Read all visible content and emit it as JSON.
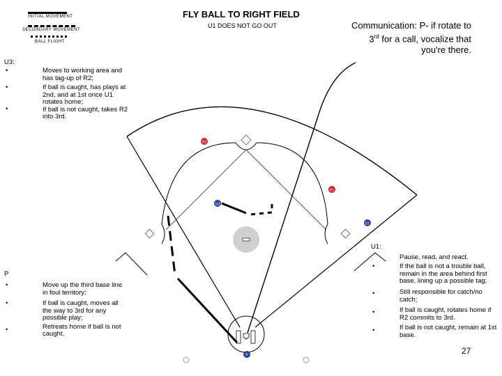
{
  "title": "FLY BALL TO RIGHT FIELD",
  "subtitle": "U1 DOES NOT GO OUT",
  "legend": {
    "initial": "INITIAL MOVEMENT",
    "secondary": "SECONDARY MOVEMENT",
    "ball": "BALL FLIGHT"
  },
  "communication": {
    "heading": "Communication",
    "text_a": ": P- if rotate to 3",
    "sup": "rd",
    "text_b": " for a call, vocalize that you're there."
  },
  "u3": {
    "label": "U3:",
    "bullets": [
      "•",
      "•",
      "•"
    ],
    "lines": [
      "Moves to working area and has tag-up of R2;",
      "If ball is caught, has plays at 2nd, and at 1st once U1 rotates home;",
      "If ball is not caught, takes R2 into 3rd."
    ]
  },
  "p": {
    "label": "P",
    "bullets": [
      "•",
      "•",
      "•"
    ],
    "lines": [
      "Move up the third base line in foul territory;",
      "If ball is caught, moves all the way to 3rd for any possible play;",
      "Retreats home if ball is not caught."
    ]
  },
  "u1": {
    "label": "U1:",
    "intro": "Pause, read, and react.",
    "bullets": [
      "•",
      "•",
      "•",
      "•"
    ],
    "lines": [
      "If the ball is not a trouble ball, remain in the area behind first base, lining up a possible tag;",
      "Still responsible for catch/no catch;",
      "If ball is caught, rotates home if R2 commits to 3rd.",
      "If ball is not caught, remain at 1st base."
    ]
  },
  "markers": {
    "r2": "R2",
    "r1": "R1",
    "u3": "U3",
    "u1": "U1",
    "p": "P"
  },
  "page_number": "27",
  "colors": {
    "runner": "#d42020",
    "umpire": "#2a3f9a",
    "mound": "#cfcfcf",
    "field_line": "#9a9a9a"
  }
}
